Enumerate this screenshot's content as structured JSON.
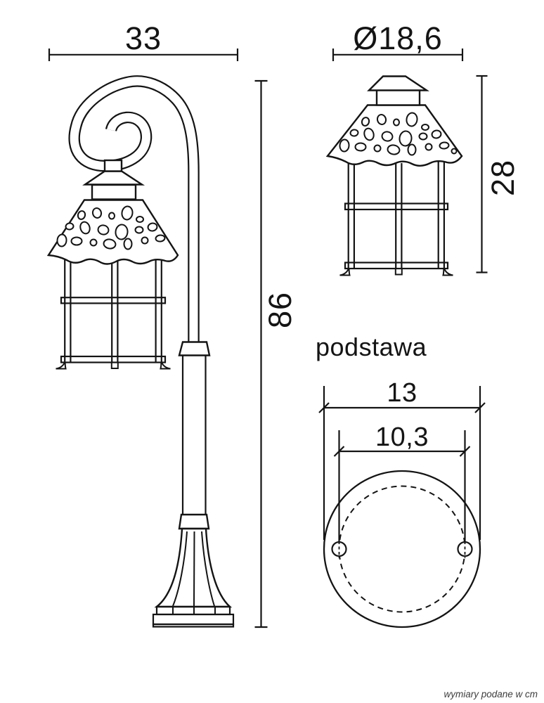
{
  "drawing": {
    "front_view": {
      "width_dim": "33",
      "height_dim": "86"
    },
    "head_detail": {
      "diameter_dim": "Ø18,6",
      "height_dim": "28"
    },
    "base_view": {
      "title": "podstawa",
      "outer_dim": "13",
      "bolt_spacing_dim": "10,3"
    },
    "note": "wymiary podane w cm",
    "colors": {
      "line": "#141414",
      "note_text": "#3d3d3d"
    }
  }
}
